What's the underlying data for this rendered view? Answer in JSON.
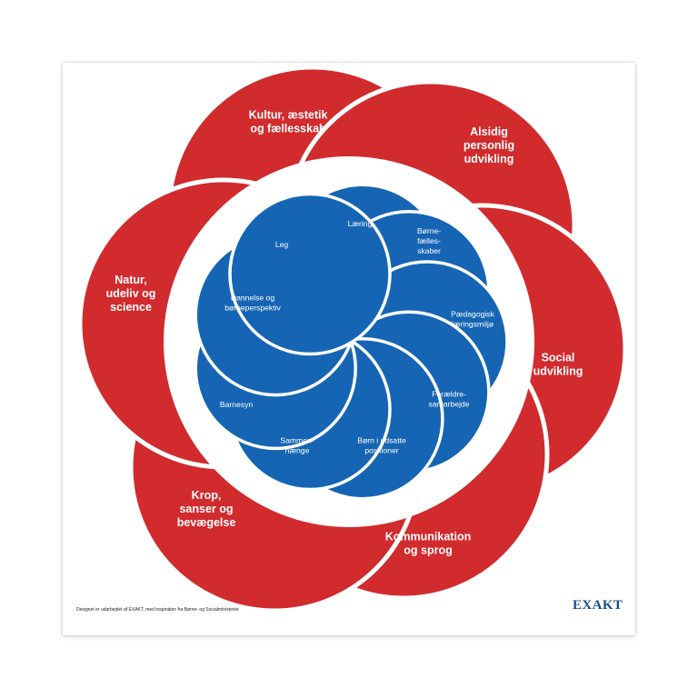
{
  "colors": {
    "outer_petal": "#d12b2e",
    "inner_petal": "#1565b4",
    "separator": "#ffffff",
    "brand": "#1a4e8c"
  },
  "outer_themes": [
    {
      "lines": [
        "Kultur, æstetik",
        "og fællesskab"
      ]
    },
    {
      "lines": [
        "Alsidig",
        "personlig",
        "udvikling"
      ]
    },
    {
      "lines": [
        "Social",
        "udvikling"
      ]
    },
    {
      "lines": [
        "Kommunikation",
        "og sprog"
      ]
    },
    {
      "lines": [
        "Krop,",
        "sanser og",
        "bevægelse"
      ]
    },
    {
      "lines": [
        "Natur,",
        "udeliv og",
        "science"
      ]
    }
  ],
  "inner_elements": [
    {
      "lines": [
        "Læring"
      ]
    },
    {
      "lines": [
        "Børne-",
        "fælles-",
        "skaber"
      ]
    },
    {
      "lines": [
        "Pædagogisk",
        "læringsmiljø"
      ]
    },
    {
      "lines": [
        "Forældre-",
        "samarbejde"
      ]
    },
    {
      "lines": [
        "Børn i udsatte",
        "positioner"
      ]
    },
    {
      "lines": [
        "Sammen-",
        "hænge"
      ]
    },
    {
      "lines": [
        "Barnesyn"
      ]
    },
    {
      "lines": [
        "Dannelse og",
        "børneperspektiv"
      ]
    },
    {
      "lines": [
        "Leg"
      ]
    }
  ],
  "footer": {
    "credit": "Designet er udarbejdet af EXAKT, med inspiration fra Børne- og Socialministeriet",
    "brand": "EXAKT"
  }
}
